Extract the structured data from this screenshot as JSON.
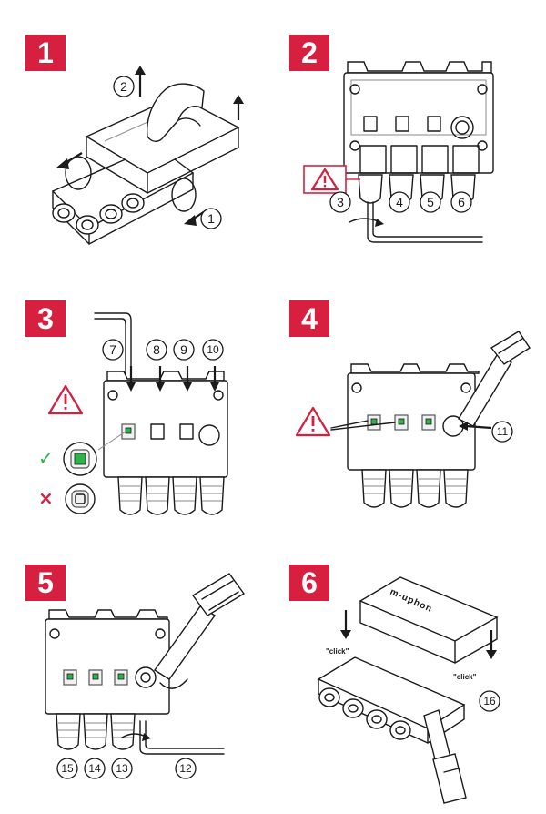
{
  "steps": [
    {
      "number": "1",
      "labels": [
        "1",
        "2"
      ]
    },
    {
      "number": "2",
      "labels": [
        "3",
        "4",
        "5",
        "6"
      ]
    },
    {
      "number": "3",
      "labels": [
        "7",
        "8",
        "9",
        "10"
      ],
      "check": "✓",
      "cross": "×"
    },
    {
      "number": "4",
      "labels": [
        "11"
      ]
    },
    {
      "number": "5",
      "labels": [
        "15",
        "14",
        "13",
        "12"
      ]
    },
    {
      "number": "6",
      "labels": [
        "16"
      ],
      "click_left": "\"click\"",
      "click_right": "\"click\"",
      "brand": "m-uphon"
    }
  ],
  "colors": {
    "accent": "#d71f3f",
    "led": "#2db34a",
    "check": "#2db34a",
    "cross": "#d71f3f"
  }
}
